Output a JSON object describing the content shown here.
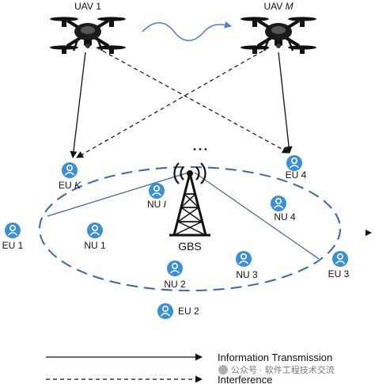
{
  "uavs": [
    {
      "id": "uav1",
      "label": "UAV 1"
    },
    {
      "id": "uavM",
      "label_prefix": "UAV ",
      "label_italic": "M"
    }
  ],
  "ellipsis": "• • •",
  "gbs_label": "GBS",
  "users": [
    {
      "id": "euK",
      "label_prefix": "EU ",
      "label_italic": "K"
    },
    {
      "id": "eu4",
      "label": "EU 4"
    },
    {
      "id": "nuI",
      "label_prefix": "NU ",
      "label_italic": "I"
    },
    {
      "id": "nu4",
      "label": "NU 4"
    },
    {
      "id": "eu1",
      "label": "EU 1"
    },
    {
      "id": "nu1",
      "label": "NU 1"
    },
    {
      "id": "nu2",
      "label": "NU 2"
    },
    {
      "id": "nu3",
      "label": "NU 3"
    },
    {
      "id": "eu3",
      "label": "EU 3"
    },
    {
      "id": "eu2",
      "label": "EU 2"
    }
  ],
  "legend": {
    "solid_label": "Information Transmission",
    "dashed_label": "Interference"
  },
  "watermark": "公众号 · 软件工程技术交流",
  "colors": {
    "user_fill": "#3a8fd6",
    "ellipse": "#3b66a6",
    "gbs_line": "#3d5f95",
    "wave": "#4a7ed0",
    "drone": "#111111"
  }
}
